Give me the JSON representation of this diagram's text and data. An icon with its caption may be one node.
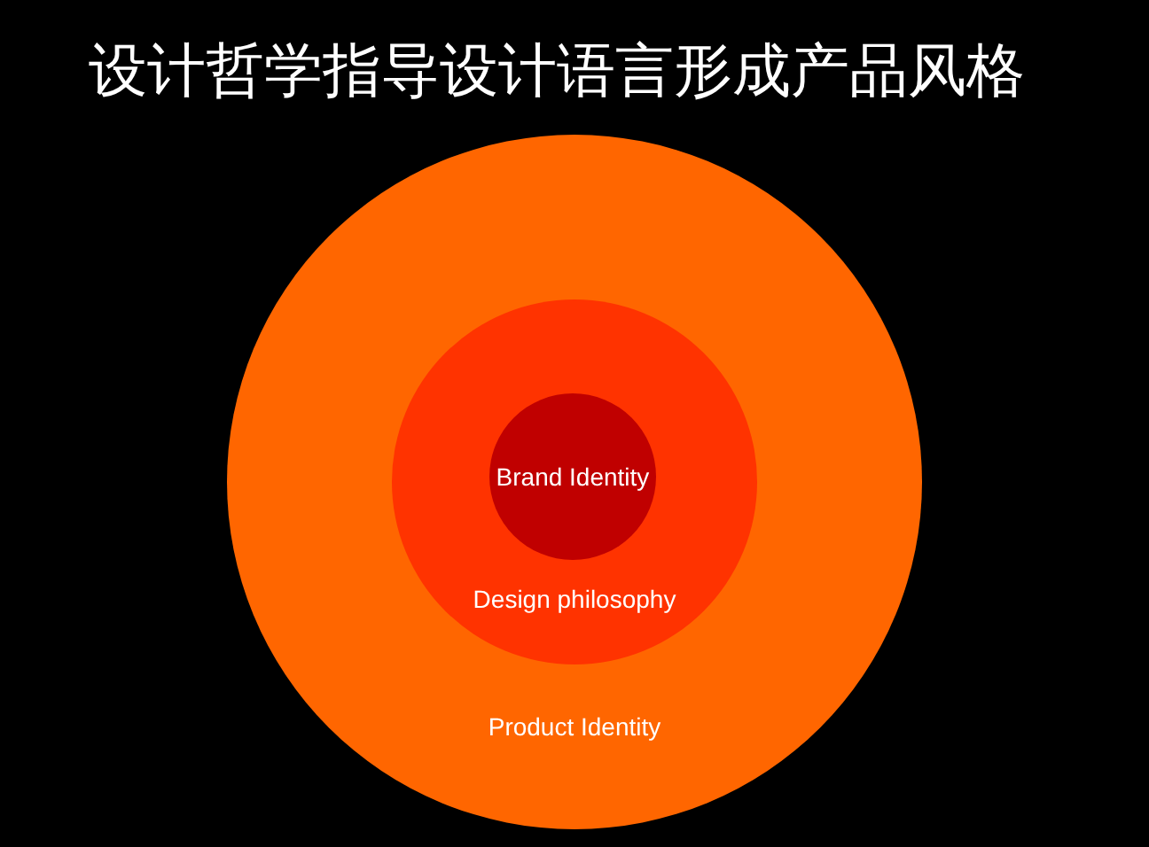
{
  "diagram": {
    "title": "设计哲学指导设计语言形成产品风格",
    "nodes": [
      {
        "text": [
          "Product Identity"
        ]
      },
      {
        "text": [
          "Design philosophy"
        ],
        "in": 0
      },
      {
        "text": [
          "Brand Identity"
        ],
        "in": 1
      }
    ]
  }
}
